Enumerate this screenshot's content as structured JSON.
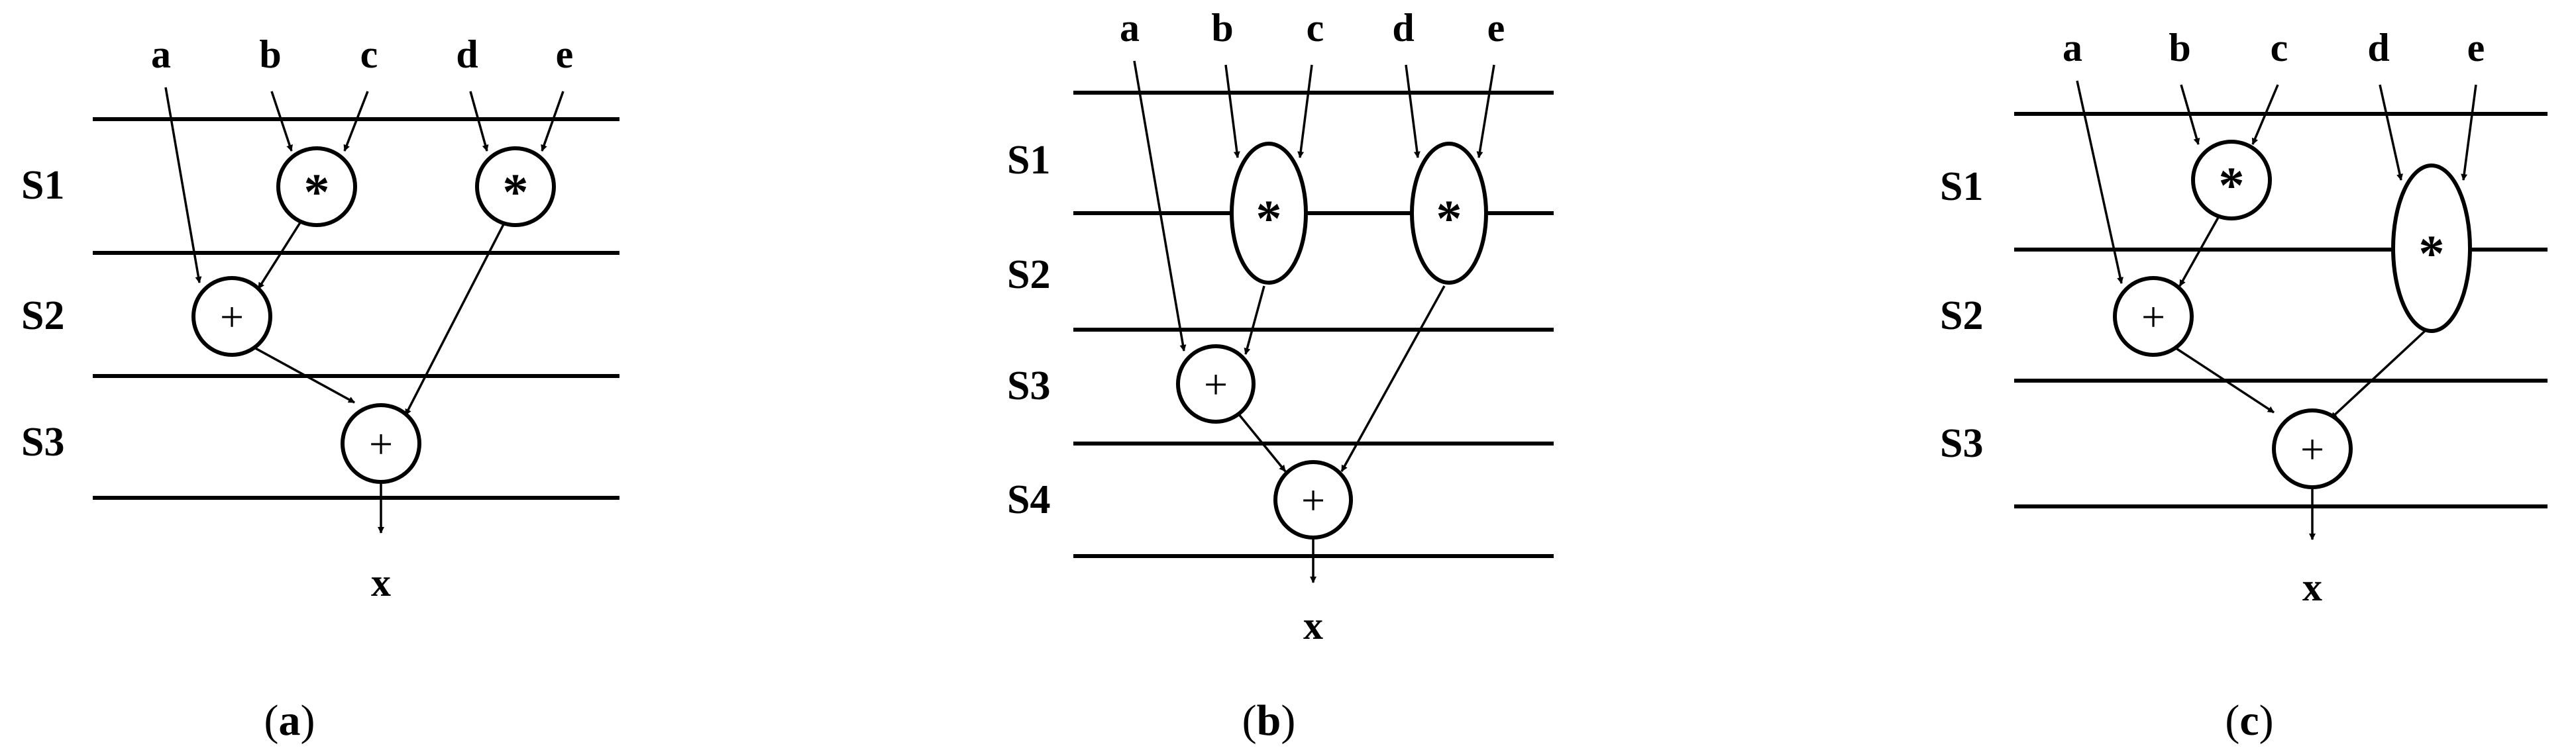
{
  "panels": [
    {
      "id": "a",
      "caption_letter": "a",
      "inputs": [
        "a",
        "b",
        "c",
        "d",
        "e"
      ],
      "stages": [
        "S1",
        "S2",
        "S3"
      ],
      "operators": [
        "*",
        "*",
        "+",
        "+"
      ],
      "output": "x"
    },
    {
      "id": "b",
      "caption_letter": "b",
      "inputs": [
        "a",
        "b",
        "c",
        "d",
        "e"
      ],
      "stages": [
        "S1",
        "S2",
        "S3",
        "S4"
      ],
      "operators": [
        "*",
        "*",
        "+",
        "+"
      ],
      "output": "x"
    },
    {
      "id": "c",
      "caption_letter": "c",
      "inputs": [
        "a",
        "b",
        "c",
        "d",
        "e"
      ],
      "stages": [
        "S1",
        "S2",
        "S3"
      ],
      "operators": [
        "*",
        "*",
        "+",
        "+"
      ],
      "output": "x"
    }
  ]
}
